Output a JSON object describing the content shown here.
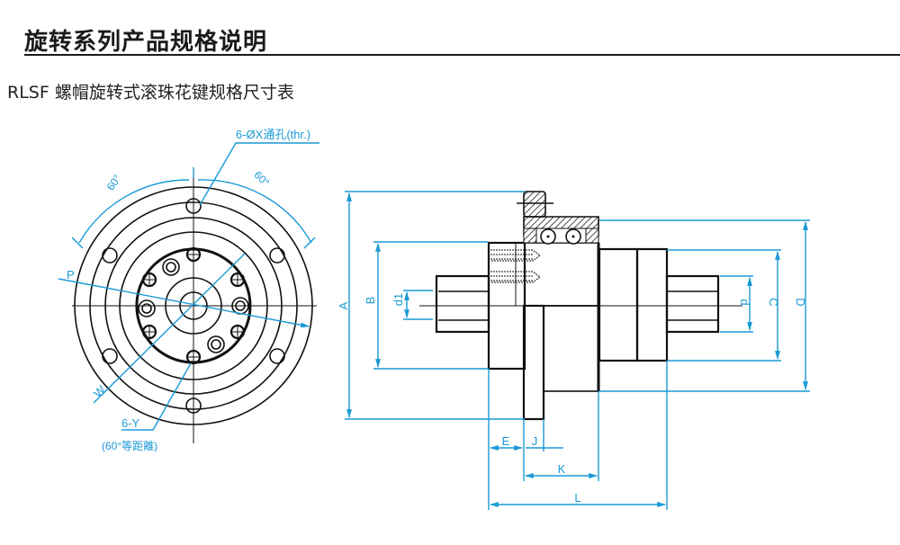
{
  "header": {
    "title": "旋转系列产品规格说明",
    "subtitle": "RLSF 螺帽旋转式滚珠花键规格尺寸表"
  },
  "front_view": {
    "hole_label": "6-ØX通孔(thr.)",
    "angle_left": "60°",
    "angle_right": "60°",
    "label_p": "P",
    "label_w": "W",
    "label_y": "6-Y",
    "label_y_note": "(60°等距離)"
  },
  "side_view": {
    "dims": {
      "A": "A",
      "B": "B",
      "d1": "d1",
      "d": "d",
      "C": "C",
      "D": "D",
      "E": "E",
      "J": "J",
      "K": "K",
      "L": "L"
    }
  },
  "colors": {
    "dimension": "#1a9ad6",
    "outline": "#111111"
  }
}
